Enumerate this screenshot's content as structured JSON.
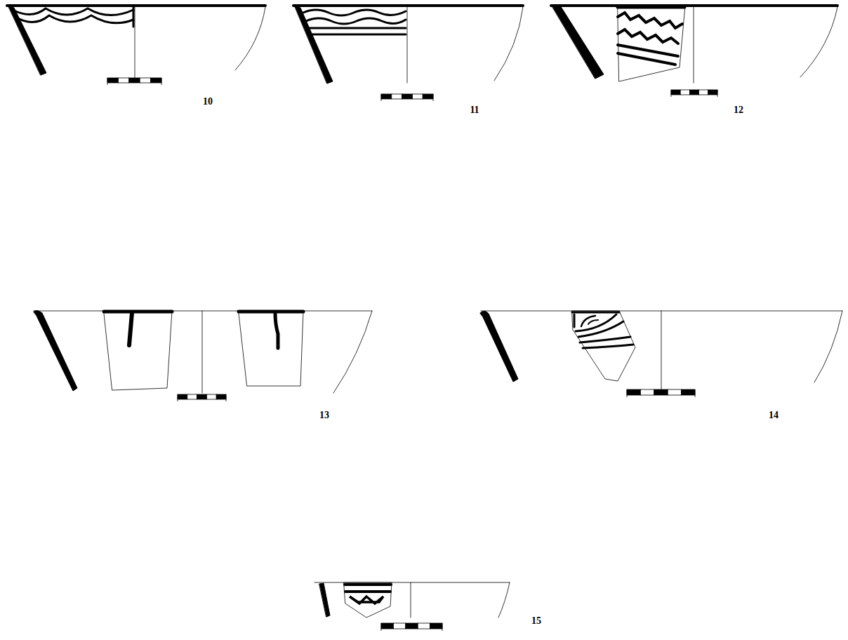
{
  "diagram": {
    "labels": [
      "10",
      "11",
      "12",
      "13",
      "14",
      "15"
    ]
  }
}
